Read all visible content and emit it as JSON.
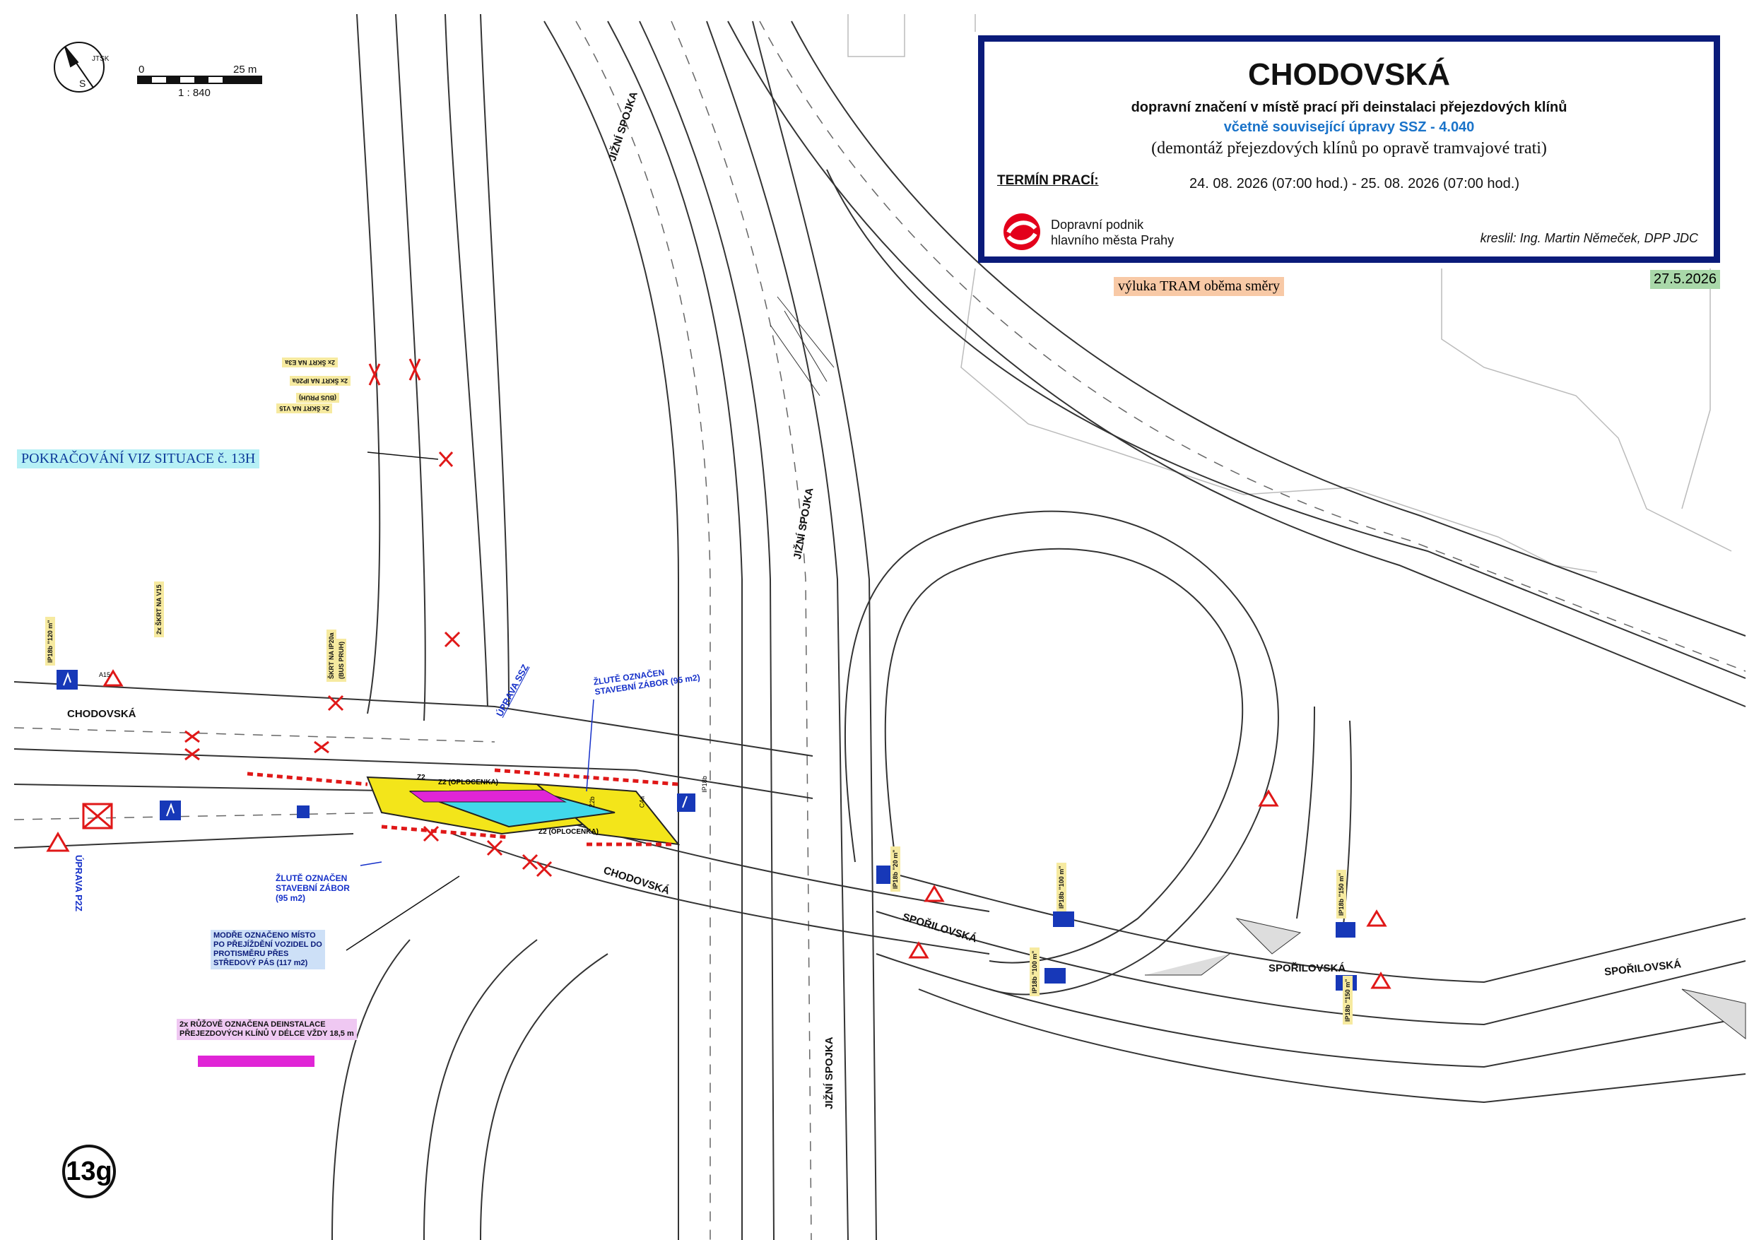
{
  "title_block": {
    "title": "CHODOVSKÁ",
    "subtitle": "dopravní značení v místě prací při deinstalaci přejezdových klínů",
    "subtitle_blue": "včetně související úpravy SSZ - 4.040",
    "description": "(demontáž přejezdových klínů po opravě tramvajové trati)",
    "term_label": "TERMÍN PRACÍ:",
    "term_value": "24. 08. 2026 (07:00 hod.) - 25. 08. 2026 (07:00 hod.)",
    "org_line1": "Dopravní podnik",
    "org_line2": "hlavního města Prahy",
    "author": "kreslil: Ing. Martin Němeček, DPP JDC",
    "brand_color": "#e3001b",
    "frame_color": "#0a1b7a"
  },
  "header_notes": {
    "closure": "výluka TRAM oběma směry",
    "date": "27.5.2026",
    "continuation": "POKRAČOVÁNÍ VIZ SITUACE č. 13H"
  },
  "scale": {
    "start": "0",
    "end": "25 m",
    "ratio": "1 : 840"
  },
  "north_arrow": {
    "s": "S",
    "label": "JTSK"
  },
  "streets": {
    "chodovska_a": "CHODOVSKÁ",
    "chodovska_b": "CHODOVSKÁ",
    "jizni_a": "JIŽNÍ SPOJKA",
    "jizni_b": "JIŽNÍ SPOJKA",
    "jizni_c": "JIŽNÍ SPOJKA",
    "sporilovska_a": "SPOŘILOVSKÁ",
    "sporilovska_b": "SPOŘILOVSKÁ",
    "sporilovska_c": "SPOŘILOVSKÁ"
  },
  "annotations": {
    "yellow_zone_top_1": "ŽLUTĚ OZNAČEN",
    "yellow_zone_top_2": "STAVEBNÍ ZÁBOR (95 m2)",
    "yellow_zone_bot_1": "ŽLUTĚ OZNAČEN",
    "yellow_zone_bot_2": "STAVEBNÍ ZÁBOR",
    "yellow_zone_bot_3": "(95 m2)",
    "blue_area_1": "MODŘE OZNAČENO MÍSTO",
    "blue_area_2": "PO PŘEJÍŽDĚNÍ VOZIDEL DO",
    "blue_area_3": "PROTISMĚRU PŘES",
    "blue_area_4": "STŘEDOVÝ PÁS (117 m2)",
    "pink_1": "2x RŮŽOVĚ OZNAČENA DEINSTALACE",
    "pink_2": "PŘEJEZDOVÝCH KLÍNŮ V DÉLCE VŽDY 18,5 m",
    "uprava_ssz": "ÚPRAVA SSZ",
    "uprava_p2z": "ÚPRAVA P2Z",
    "z2_fence_1": "Z2 (OPLOCENKA)",
    "z2_fence_2": "Z2 (OPLOCENKA)",
    "skrt_v15_a": "2x ŠKRT NA V15",
    "skrt_v15_b": "2x ŠKRT NA V15",
    "skrt_e3a": "2x ŠKRT NA E3a",
    "skrt_ip20a": "2x ŠKRT NA IP20a",
    "bus_pruh": "(BUS PRUH)",
    "skrt_ip20a_b": "ŠKRT NA IP20a",
    "bus_pruh_b": "(BUS PRUH)",
    "sign_ip18b_120": "IP18b \"120 m\"",
    "sign_ip18b_20": "IP18b \"20 m\"",
    "sign_ip18b_100a": "IP18b \"100 m\"",
    "sign_ip18b_100b": "IP18b \"100 m\"",
    "sign_ip18b_150a": "IP18b \"150 m\"",
    "sign_ip18b_150b": "IP18b \"150 m\"",
    "sign_a15": "A15",
    "sign_c4a": "C4a",
    "sign_ip18b": "IP18b",
    "z2": "Z2",
    "z2b": "Z2b"
  },
  "legend_colors": {
    "yellow_zone": "#f3e51a",
    "blue_zone": "#41d8ea",
    "pink_zone": "#e025d6",
    "sign_blue": "#1738b8",
    "cross_red": "#e01818"
  },
  "sheet_number": "13g"
}
